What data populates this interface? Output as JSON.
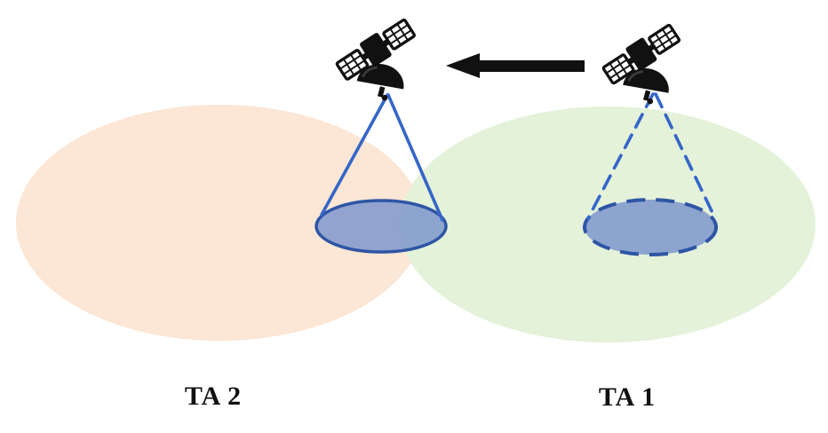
{
  "diagram": {
    "title_context": "satellite-beam-handover-between-tracking-areas",
    "labels": {
      "ta2": "TA 2",
      "ta1": "TA 1"
    },
    "icons": {
      "satellite": "satellite-icon",
      "arrow": "left-arrow-icon"
    },
    "colors": {
      "ta2_area_fill": "#fce6d5",
      "ta1_area_fill": "#e4f2da",
      "footprint_fill": "#7e97cd",
      "footprint_border": "#2e55a5",
      "beam": "#3566c8",
      "arrow": "#111111",
      "satellite": "#111111",
      "label_text": "#111111",
      "panel_fill": "#ffffff"
    }
  }
}
